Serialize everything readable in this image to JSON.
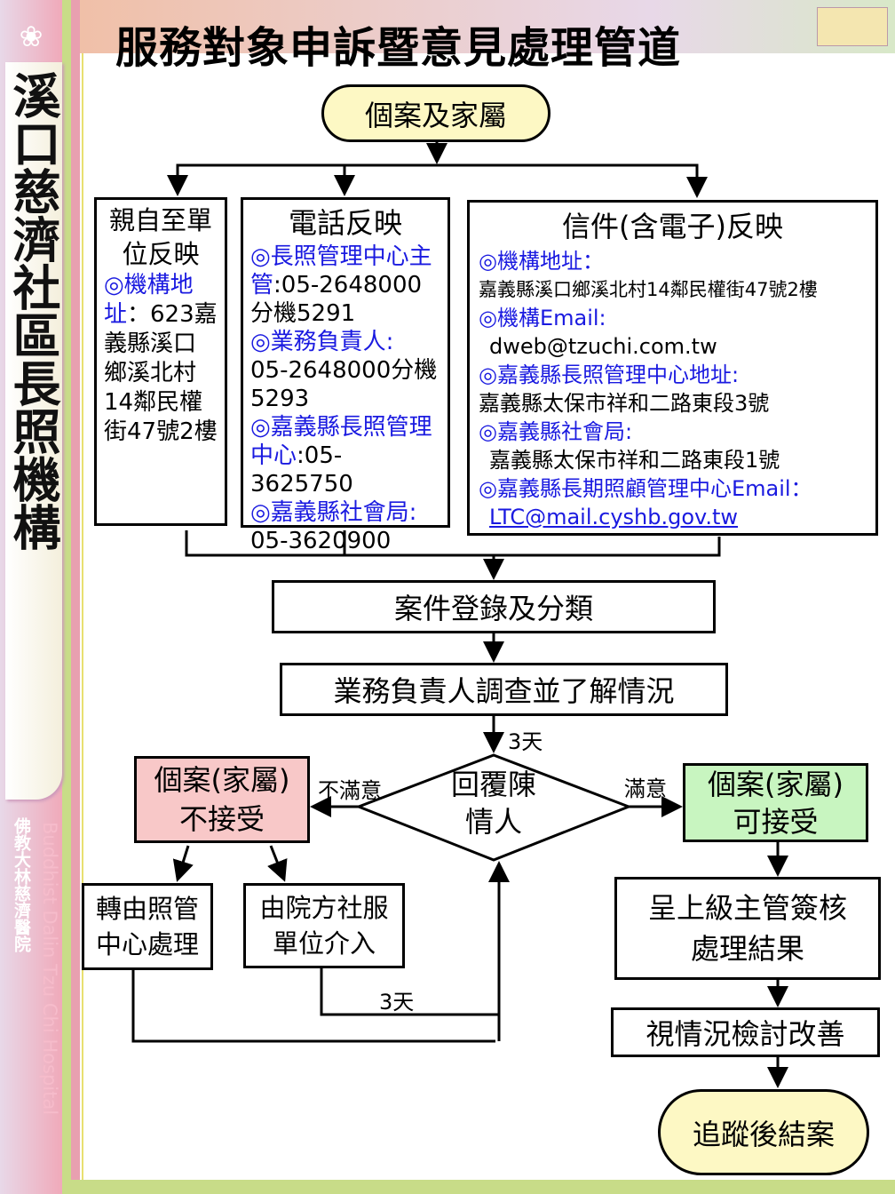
{
  "sidebar": {
    "org_title": "溪口慈濟社區長照機構",
    "hospital_zh": "佛教大林慈濟醫院",
    "hospital_en": "Buddhist Dalin Tzu Chi Hospital"
  },
  "title": "服務對象申訴暨意見處理管道",
  "start": "個案及家屬",
  "channels": {
    "in_person": {
      "title": "親自至單位反映",
      "addr_label": "◎機構地址",
      "addr": "：623嘉義縣溪口鄉溪北村14鄰民權街47號2樓"
    },
    "phone": {
      "title": "電話反映",
      "l1": "◎長照管理中心主管",
      "v1": ":05-2648000分機5291",
      "l2": "◎業務負責人:",
      "v2": "05-2648000分機5293",
      "l3": "◎嘉義縣長照管理中心",
      "v3": ":05-3625750",
      "l4": "◎嘉義縣社會局:",
      "v4": "05-3620900"
    },
    "mail": {
      "title": "信件(含電子)反映",
      "l1": "◎機構地址：",
      "v1": "嘉義縣溪口鄉溪北村14鄰民權街47號2樓",
      "l2": "◎機構Email:",
      "v2": "dweb@tzuchi.com.tw",
      "l3": "◎嘉義縣長照管理中心地址:",
      "v3": "嘉義縣太保市祥和二路東段3號",
      "l4": "◎嘉義縣社會局:",
      "v4": "嘉義縣太保市祥和二路東段1號",
      "l5": "◎嘉義縣長期照顧管理中心Email：",
      "v5": "LTC@mail.cyshb.gov.tw"
    }
  },
  "steps": {
    "register": "案件登錄及分類",
    "investigate": "業務負責人調查並了解情況",
    "days1": "3天",
    "reply": "回覆陳情人",
    "unsatisfied": "不滿意",
    "satisfied": "滿意",
    "reject": "個案(家屬)不接受",
    "accept": "個案(家屬)可接受",
    "transfer": "轉由照管中心處理",
    "social": "由院方社服單位介入",
    "days2": "3天",
    "report": "呈上級主管簽核處理結果",
    "improve": "視情況檢討改善",
    "close": "追蹤後結案"
  },
  "colors": {
    "reject": "#f8c8c8",
    "accept": "#c8f5c0",
    "oval": "#fdf8c4",
    "link": "#1a1ae0"
  }
}
